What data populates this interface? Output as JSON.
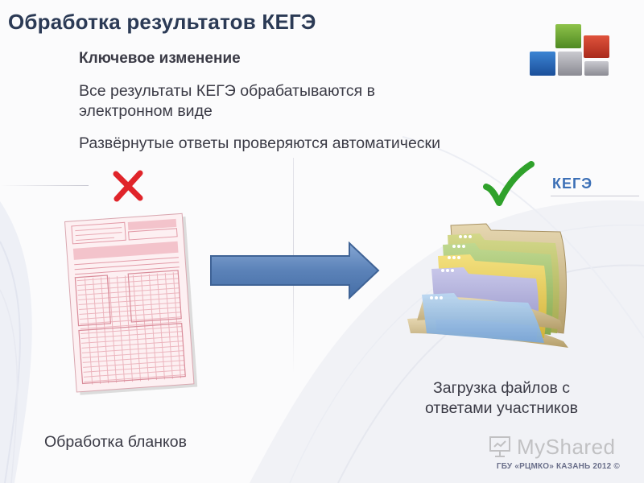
{
  "slide": {
    "title": "Обработка результатов КЕГЭ",
    "key_heading": "Ключевое изменение",
    "points": [
      "Все результаты КЕГЭ обрабатываются в электронном виде",
      "Развёрнутые ответы проверяются автоматически"
    ],
    "left_caption": "Обработка бланков",
    "right_label": "КЕГЭ",
    "right_caption": "Загрузка файлов с ответами участников",
    "footer": "ГБУ «РЦМКО» КАЗАНЬ 2012 ©",
    "watermark": "MyShared"
  },
  "icons": {
    "left_status": "red-cross-icon",
    "right_status": "green-check-icon",
    "left_image": "exam-answer-form",
    "right_image": "stacked-folders",
    "transition": "right-arrow",
    "logo": "colored-squares-logo"
  },
  "colors": {
    "title": "#2b3a55",
    "text": "#3b3b46",
    "kege_label": "#3b6fb6",
    "cross": "#e0242a",
    "check": "#2fa12b",
    "arrow": "#5b82b8",
    "form_tint": "#f3c3cb",
    "footer": "#6a6f8a"
  }
}
